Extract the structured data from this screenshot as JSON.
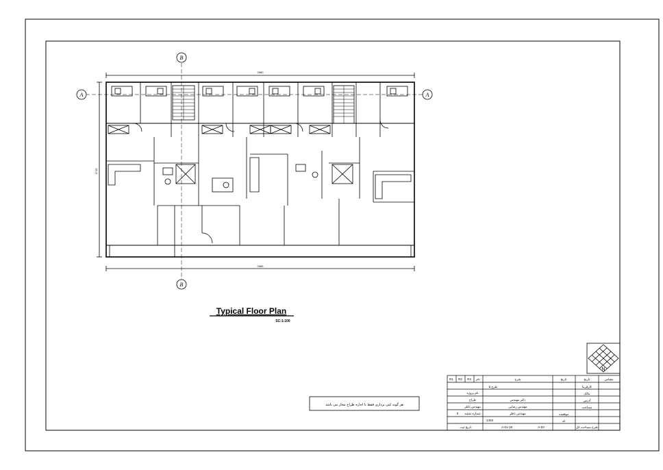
{
  "sheet": {
    "title": "Typical Floor Plan",
    "scale": "SC:1:100",
    "grid_bubbles": {
      "top": "B",
      "bottom": "B",
      "left": "A",
      "right": "A"
    },
    "compass_letter": "N",
    "note": "هر گونه کپی برداری فقط با اجازه طراح مجاز می باشد"
  },
  "title_block": {
    "row0": [
      "R1",
      "R2",
      "R3",
      "نام",
      "شرح",
      "تاریخ",
      "تاریخ",
      "مقیاس"
    ],
    "left_col": [
      "نام پروژه",
      "طراح",
      "مهندس ناظر",
      "شماره نقشه",
      "تاریخ ثبت"
    ],
    "mid_col": [
      "طرح ۵",
      "دکتر مهندس",
      "مهندس رضایی",
      "مهندس ناظر",
      "A-03"
    ],
    "right_col": [
      "کارفرما",
      "مالک",
      "آدرس",
      "مساحت",
      "موقعیت",
      "کد"
    ],
    "bottom_note": "طرح مساحت کل",
    "code": "A-01-18",
    "number": "0",
    "date": "1403"
  },
  "plan_labels": {
    "dim_top": "2980",
    "dim_bottom": "2985",
    "dim_left": "1715"
  }
}
